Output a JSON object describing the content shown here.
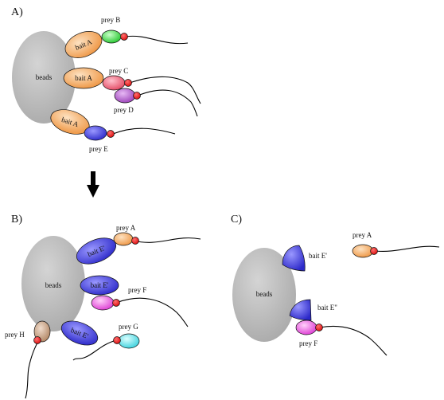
{
  "panels": {
    "a": "A)",
    "b": "B)",
    "c": "C)"
  },
  "labels": {
    "beads": "beads",
    "bait_a": "bait A",
    "bait_e_prime": "bait E'",
    "bait_e_double": "bait E\"",
    "prey_a": "prey A",
    "prey_b": "prey B",
    "prey_c": "prey C",
    "prey_d": "prey D",
    "prey_e": "prey E",
    "prey_f": "prey F",
    "prey_g": "prey G",
    "prey_h": "prey H"
  },
  "colors": {
    "beads": "#bdbdbd",
    "bait_a": "#f2a555",
    "bait_e": "#3d3ad6",
    "prey_a": "#f2a555",
    "prey_b": "#2fcf3a",
    "prey_c": "#e8506a",
    "prey_d": "#a24ec0",
    "prey_e": "#3d3ad6",
    "prey_f": "#e040d8",
    "prey_g": "#40d6e0",
    "prey_h": "#b98a6a",
    "tag": "#e81010",
    "arrow": "#000000"
  }
}
